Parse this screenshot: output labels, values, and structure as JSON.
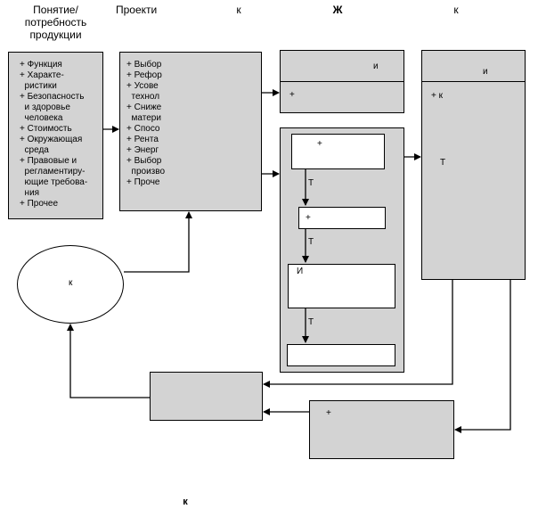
{
  "headers": {
    "col1": "Понятие/\nпотребность\nпродукции",
    "col2": "Проекти",
    "col3": "к",
    "col4": "Ж",
    "col5": "к"
  },
  "box1": {
    "items": "+ Функция\n+ Характе-\n  ристики\n+ Безопасность\n  и здоровье\n  человека\n+ Стоимость\n+ Окружающая\n  среда\n+ Правовые и\n  регламентиру-\n  ющие требова-\n  ния\n+ Прочее"
  },
  "box2": {
    "items": "+ Выбор\n+ Рефор\n+ Усове\n  технол\n+ Сниже\n  матери\n+ Спосо\n+ Рента\n+ Энерг\n+ Выбор\n  произво\n+ Проче"
  },
  "box3": {
    "top": "и",
    "bottom": "+"
  },
  "box4": {
    "step1": "+",
    "arrow1": "Т",
    "step2": "+",
    "arrow2": "Т",
    "step3": "И",
    "arrow3": "Т",
    "step4": ""
  },
  "box5": {
    "top": "и",
    "item": "+ к",
    "t": "Т"
  },
  "ellipse": {
    "label": "к"
  },
  "box6": {
    "label": ""
  },
  "box7": {
    "label": "+"
  },
  "footer": {
    "label": "к"
  }
}
